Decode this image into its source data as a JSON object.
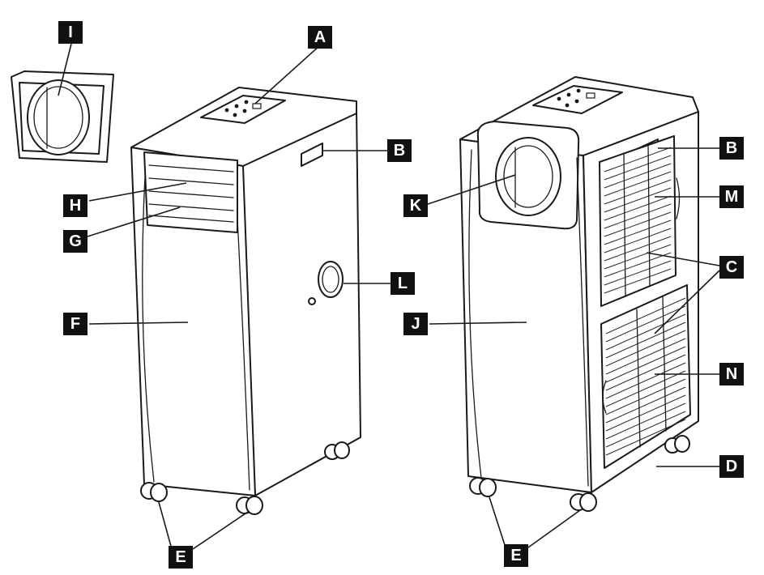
{
  "labels": {
    "A": "A",
    "B": "B",
    "C": "C",
    "D": "D",
    "E": "E",
    "F": "F",
    "G": "G",
    "H": "H",
    "I": "I",
    "J": "J",
    "K": "K",
    "L": "L",
    "M": "M",
    "N": "N"
  },
  "colors": {
    "line": "#1a1a1a",
    "label_background": "#111111",
    "label_text": "#ffffff"
  }
}
